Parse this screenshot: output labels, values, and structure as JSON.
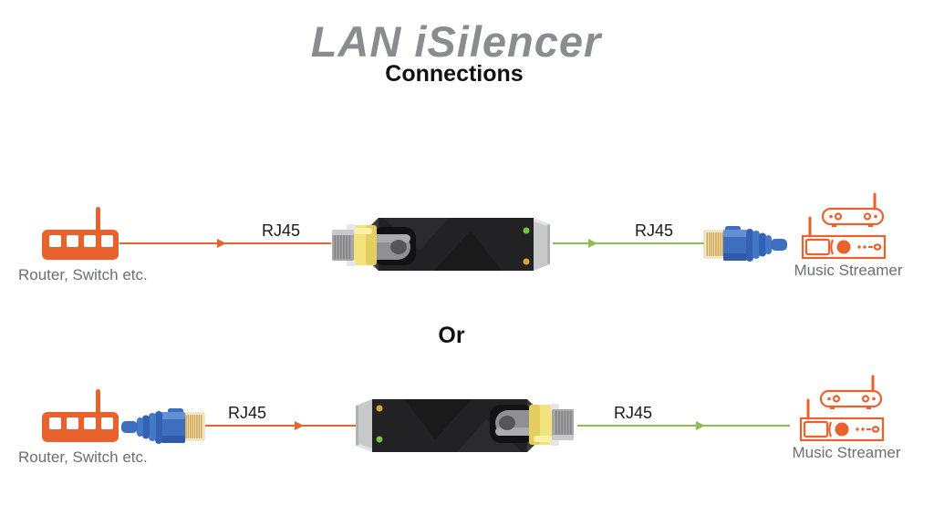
{
  "header": {
    "title": "LAN iSilencer",
    "subtitle": "Connections"
  },
  "separator": {
    "label": "Or"
  },
  "diagrams": [
    {
      "source": {
        "label": "Router, Switch etc."
      },
      "input_link": {
        "label": "RJ45",
        "color": "#E8622D"
      },
      "output_link": {
        "label": "RJ45",
        "color": "#8CBE53"
      },
      "destination": {
        "label": "Music Streamer"
      }
    },
    {
      "source": {
        "label": "Router, Switch etc."
      },
      "input_link": {
        "label": "RJ45",
        "color": "#E8622D"
      },
      "output_link": {
        "label": "RJ45",
        "color": "#8CBE53"
      },
      "destination": {
        "label": "Music Streamer"
      }
    }
  ],
  "icons": {
    "source": "router-icon",
    "destination": "music-streamer-icon",
    "device": "lan-isilencer-device-icon",
    "blue_plug": "rj45-blue-plug-icon",
    "yellow_plug": "rj45-yellow-plug-icon"
  },
  "colors": {
    "accent_orange": "#E8622D",
    "cable_green": "#8CBE53",
    "led_green": "#72C63D",
    "led_amber": "#E0A42F",
    "connector_blue": "#3E6FBE",
    "connector_yellow": "#F2E37E",
    "title_gray": "#8A8C8F",
    "label_gray": "#6D6E71",
    "text_black": "#1A1A1A"
  }
}
